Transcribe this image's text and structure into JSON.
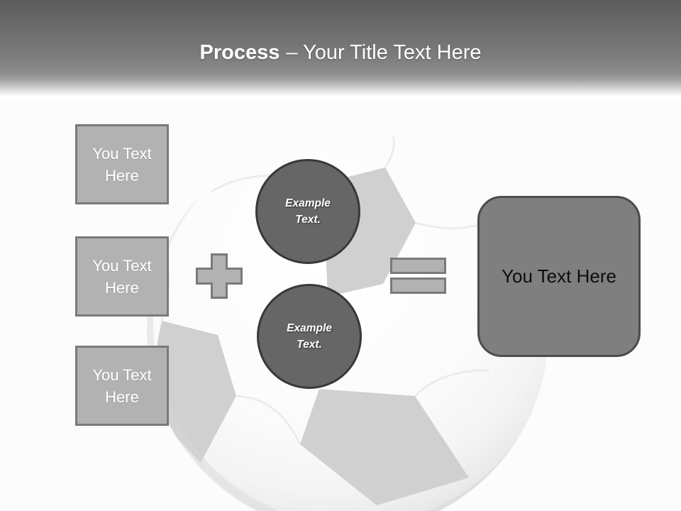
{
  "header": {
    "title_bold": "Process",
    "title_rest": "– Your Title Text Here"
  },
  "left_boxes": [
    {
      "label": "You Text Here"
    },
    {
      "label": "You Text Here"
    },
    {
      "label": "You Text Here"
    }
  ],
  "operators": [
    {
      "name": "plus"
    },
    {
      "name": "equals"
    }
  ],
  "circles": [
    {
      "label": "Example Text."
    },
    {
      "label": "Example Text."
    }
  ],
  "result_box": {
    "label": "You Text Here"
  },
  "colors": {
    "header_gradient_top": "#5c5c5c",
    "header_gradient_mid": "#8d8d8d",
    "light_shape_fill": "#b2b2b2",
    "light_shape_border": "#7a7a7a",
    "circle_fill": "#666666",
    "circle_border": "#383838",
    "result_fill": "#7f7f7f",
    "result_border": "#4c4c4c",
    "ball_pentagon": "#d0d0d0",
    "title_text": "#ffffff",
    "result_text": "#0d0d0d"
  }
}
